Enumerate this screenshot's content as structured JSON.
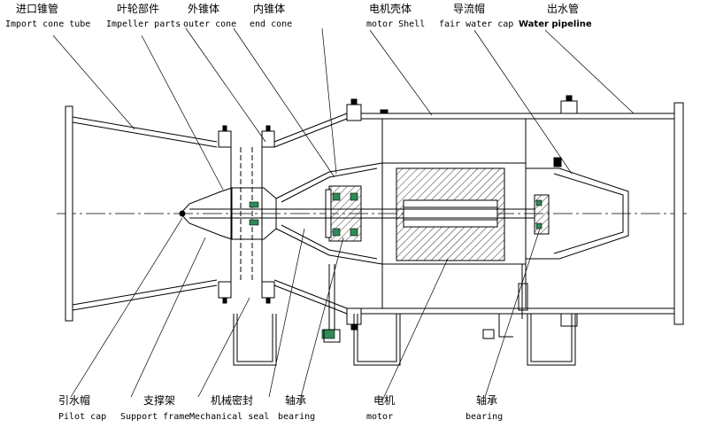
{
  "labels": {
    "top": [
      {
        "zh": "进口锥管",
        "en": "Import cone tube"
      },
      {
        "zh": "叶轮部件",
        "en": "Impeller parts"
      },
      {
        "zh": "外锥体",
        "en": "outer cone"
      },
      {
        "zh": "内锥体",
        "en": "end cone"
      },
      {
        "zh": "电机壳体",
        "en": "motor Shell"
      },
      {
        "zh": "导流帽",
        "en": "fair water cap"
      },
      {
        "zh": "出水管",
        "en": "Water pipeline"
      }
    ],
    "bottom": [
      {
        "zh": "引水帽",
        "en": "Pilot cap"
      },
      {
        "zh": "支撑架",
        "en": "Support frame"
      },
      {
        "zh": "机械密封",
        "en": "Mechanical seal"
      },
      {
        "zh": "轴承",
        "en": "bearing"
      },
      {
        "zh": "电机",
        "en": "motor"
      },
      {
        "zh": "轴承",
        "en": "bearing"
      }
    ]
  },
  "colors": {
    "line": "#000000",
    "accent": "#2e8b57",
    "background": "#ffffff"
  }
}
